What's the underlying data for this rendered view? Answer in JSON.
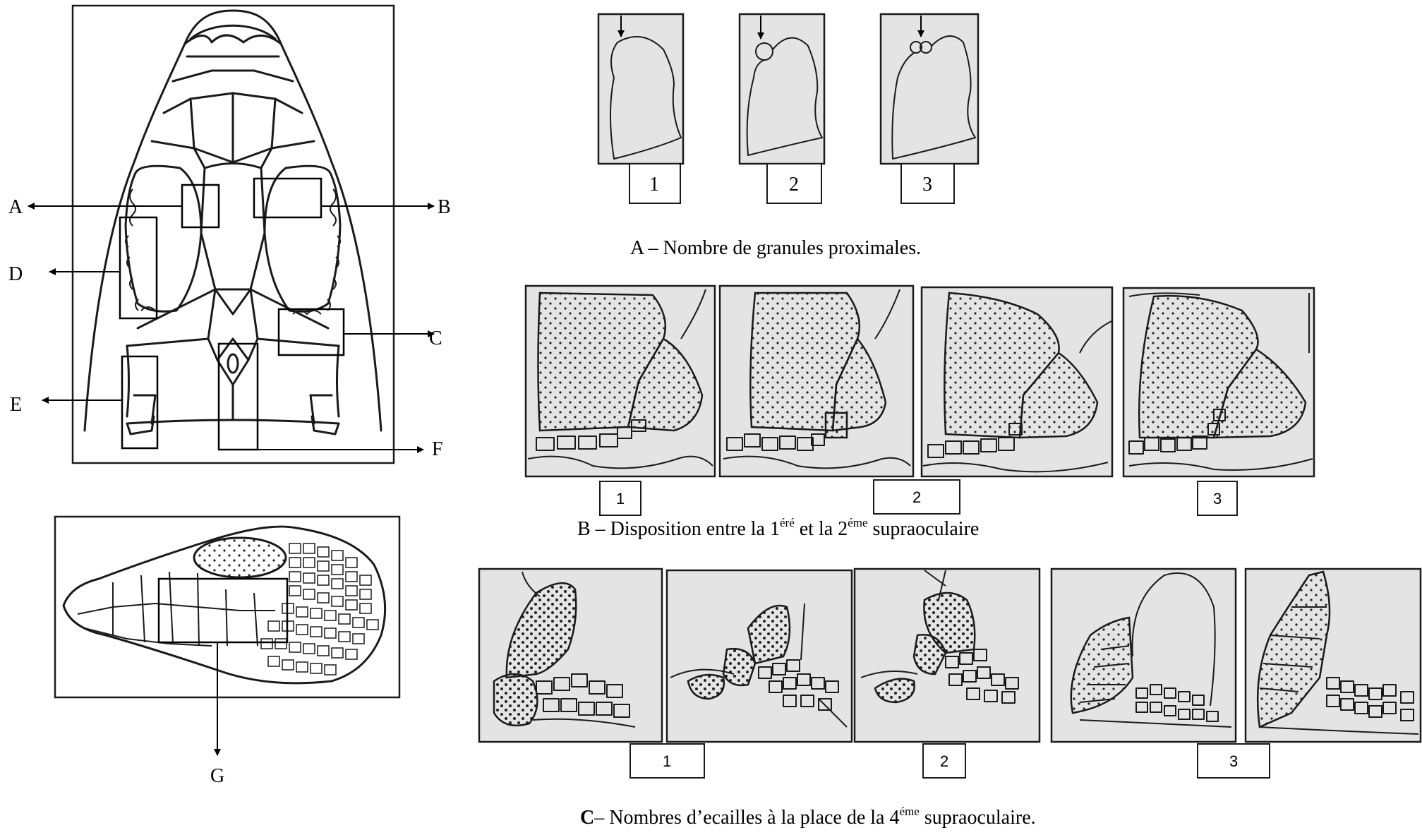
{
  "dorsal_labels": [
    "A",
    "B",
    "C",
    "D",
    "E",
    "F"
  ],
  "lateral_label": "G",
  "panel_numbers": [
    "1",
    "2",
    "3"
  ],
  "captions": {
    "a": "A – Nombre de granules proximales.",
    "b_prefix": "B – Disposition entre la 1",
    "b_sup1": "éré",
    "b_mid": " et la 2",
    "b_sup2": "éme",
    "b_suffix": " supraoculaire",
    "c_bold": "C",
    "c_prefix": "– Nombres d’ecailles à la place de la 4",
    "c_sup": "éme",
    "c_suffix": " supraoculaire."
  }
}
